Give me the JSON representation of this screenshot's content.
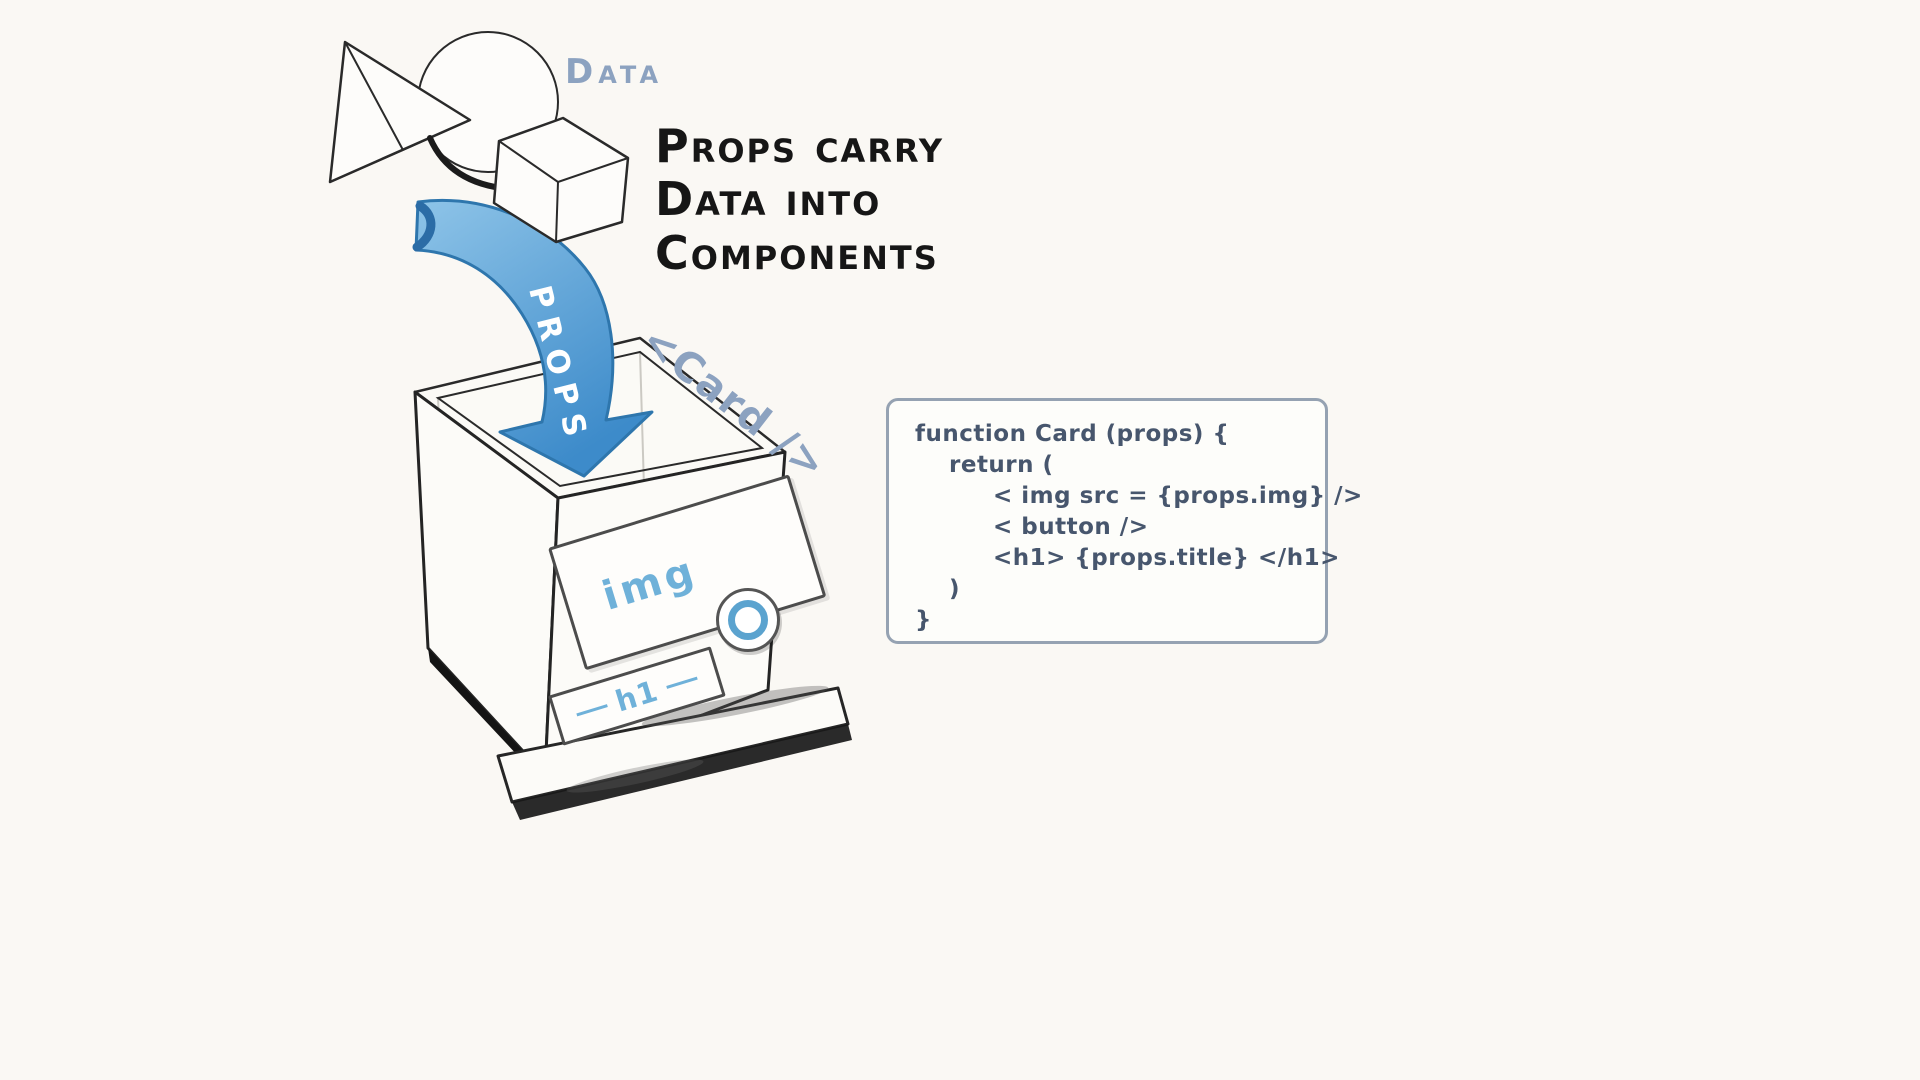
{
  "scene": {
    "background": "#faf8f4"
  },
  "labels": {
    "data": "Data",
    "props": "PROPS",
    "card_tag": "<Card />",
    "img_placeholder": "img",
    "h1_placeholder": "h1"
  },
  "headline": {
    "line1": "Props carry",
    "line2": "Data into",
    "line3": "Components"
  },
  "code_panel": {
    "lines": [
      {
        "indent": 0,
        "text": "function Card (props) {"
      },
      {
        "indent": 1,
        "text": "return ("
      },
      {
        "indent": 2,
        "text": "< img src = {props.img} />"
      },
      {
        "indent": 2,
        "text": "< button />"
      },
      {
        "indent": 2,
        "text": "<h1> {props.title} </h1>"
      },
      {
        "indent": 1,
        "text": ")"
      },
      {
        "indent": 0,
        "text": "}"
      }
    ]
  },
  "colors": {
    "accent_blue": "#4a94cc",
    "arrow_blue_light": "#8ec4e8",
    "arrow_blue_dark": "#3d8bca",
    "label_blue_gray": "#8ca2c0",
    "placeholder_blue": "#6fb1d9",
    "ink": "#1c1c1c",
    "code_text": "#47566d",
    "panel_border": "#95a2b2"
  }
}
